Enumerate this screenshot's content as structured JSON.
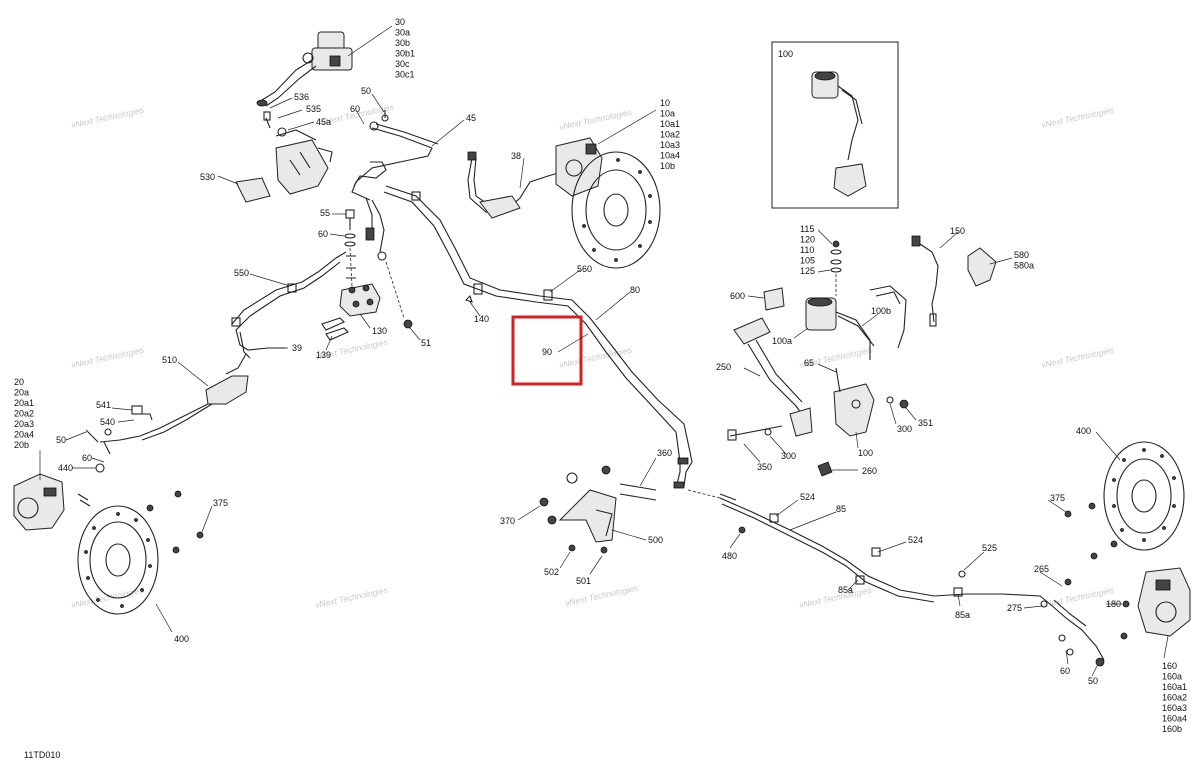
{
  "diagram_id": "11TD010",
  "watermark": "vNext Technologies",
  "highlight_color": "#d42020",
  "highlighted_part": "90",
  "inset_label": "100",
  "labels": {
    "l30": [
      "30",
      "30a",
      "30b",
      "30b1",
      "30c",
      "30c1"
    ],
    "l10": [
      "10",
      "10a",
      "10a1",
      "10a2",
      "10a3",
      "10a4",
      "10b"
    ],
    "l20": [
      "20",
      "20a",
      "20a1",
      "20a2",
      "20a3",
      "20a4",
      "20b"
    ],
    "l160": [
      "160",
      "160a",
      "160a1",
      "160a2",
      "160a3",
      "160a4",
      "160b"
    ],
    "l115": [
      "115",
      "120",
      "110",
      "105",
      "125"
    ],
    "l580": [
      "580",
      "580a"
    ],
    "single": {
      "p536": "536",
      "p535": "535",
      "p45a": "45a",
      "p60a": "60",
      "p50a": "50",
      "p45": "45",
      "p38": "38",
      "p530": "530",
      "p55": "55",
      "p60b": "60",
      "p550": "550",
      "p130": "130",
      "p139": "139",
      "p51": "51",
      "p39": "39",
      "p510": "510",
      "p140": "140",
      "p560": "560",
      "p80": "80",
      "p90": "90",
      "p541": "541",
      "p540": "540",
      "p50b": "50",
      "p60c": "60",
      "p440": "440",
      "p375a": "375",
      "p400a": "400",
      "p360": "360",
      "p370": "370",
      "p502": "502",
      "p501": "501",
      "p500": "500",
      "p480": "480",
      "p524a": "524",
      "p85": "85",
      "p524b": "524",
      "p525": "525",
      "p85a1": "85a",
      "p85a2": "85a",
      "p265": "265",
      "p275": "275",
      "p180": "180",
      "p60d": "60",
      "p50c": "50",
      "p375b": "375",
      "p400b": "400",
      "p150": "150",
      "p600": "600",
      "p100b": "100b",
      "p100a": "100a",
      "p65": "65",
      "p250": "250",
      "p300a": "300",
      "p351": "351",
      "p300b": "300",
      "p350": "350",
      "p100": "100",
      "p260": "260"
    }
  }
}
